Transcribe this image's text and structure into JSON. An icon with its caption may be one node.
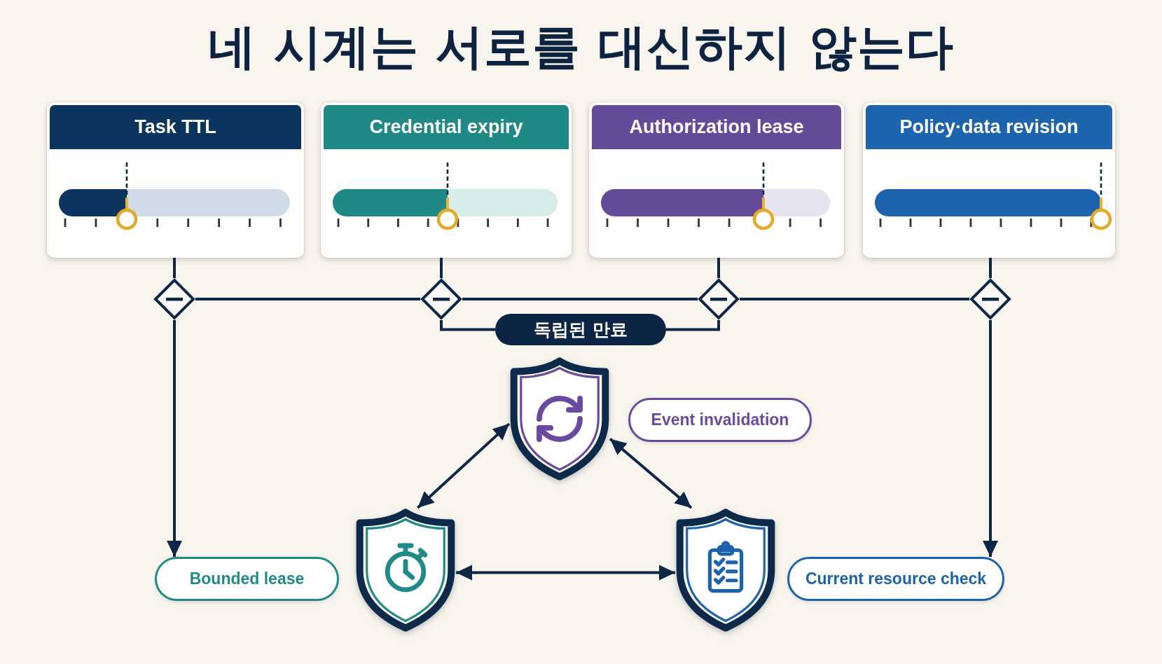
{
  "diagram": {
    "title": "네 시계는 서로를 대신하지 않는다",
    "nodes": [
      {
        "text": [
          "Task TTL"
        ]
      },
      {
        "text": [
          "Credential expiry"
        ]
      },
      {
        "text": [
          "Authorization lease"
        ]
      },
      {
        "text": [
          "Policy·data revision"
        ]
      },
      {
        "text": [],
        "shape": "diamond"
      },
      {
        "text": [],
        "shape": "diamond"
      },
      {
        "text": [],
        "shape": "diamond"
      },
      {
        "text": [],
        "shape": "diamond"
      },
      {
        "text": [
          "독립된 만료"
        ]
      },
      {
        "text": [],
        "shape": "shield"
      },
      {
        "text": [
          "Event invalidation"
        ]
      },
      {
        "text": [
          "Bounded lease"
        ]
      },
      {
        "text": [],
        "shape": "shield"
      },
      {
        "text": [],
        "shape": "shield"
      },
      {
        "text": [
          "Current resource check"
        ]
      }
    ],
    "edges": [
      {
        "from": 0,
        "to": 4,
        "arrow": "none"
      },
      {
        "from": 1,
        "to": 5,
        "arrow": "none"
      },
      {
        "from": 2,
        "to": 6,
        "arrow": "none"
      },
      {
        "from": 3,
        "to": 7,
        "arrow": "none"
      },
      {
        "from": 4,
        "to": 5,
        "arrow": "none"
      },
      {
        "from": 5,
        "to": 6,
        "arrow": "none"
      },
      {
        "from": 6,
        "to": 7,
        "arrow": "none"
      },
      {
        "from": 5,
        "to": 8,
        "arrow": "none"
      },
      {
        "from": 8,
        "to": 6,
        "arrow": "none"
      },
      {
        "from": 4,
        "to": 11,
        "arrow": "to"
      },
      {
        "from": 7,
        "to": 14,
        "arrow": "to"
      },
      {
        "from": 9,
        "to": 12,
        "arrow": "both"
      },
      {
        "from": 9,
        "to": 13,
        "arrow": "both"
      },
      {
        "from": 12,
        "to": 13,
        "arrow": "both"
      }
    ]
  }
}
